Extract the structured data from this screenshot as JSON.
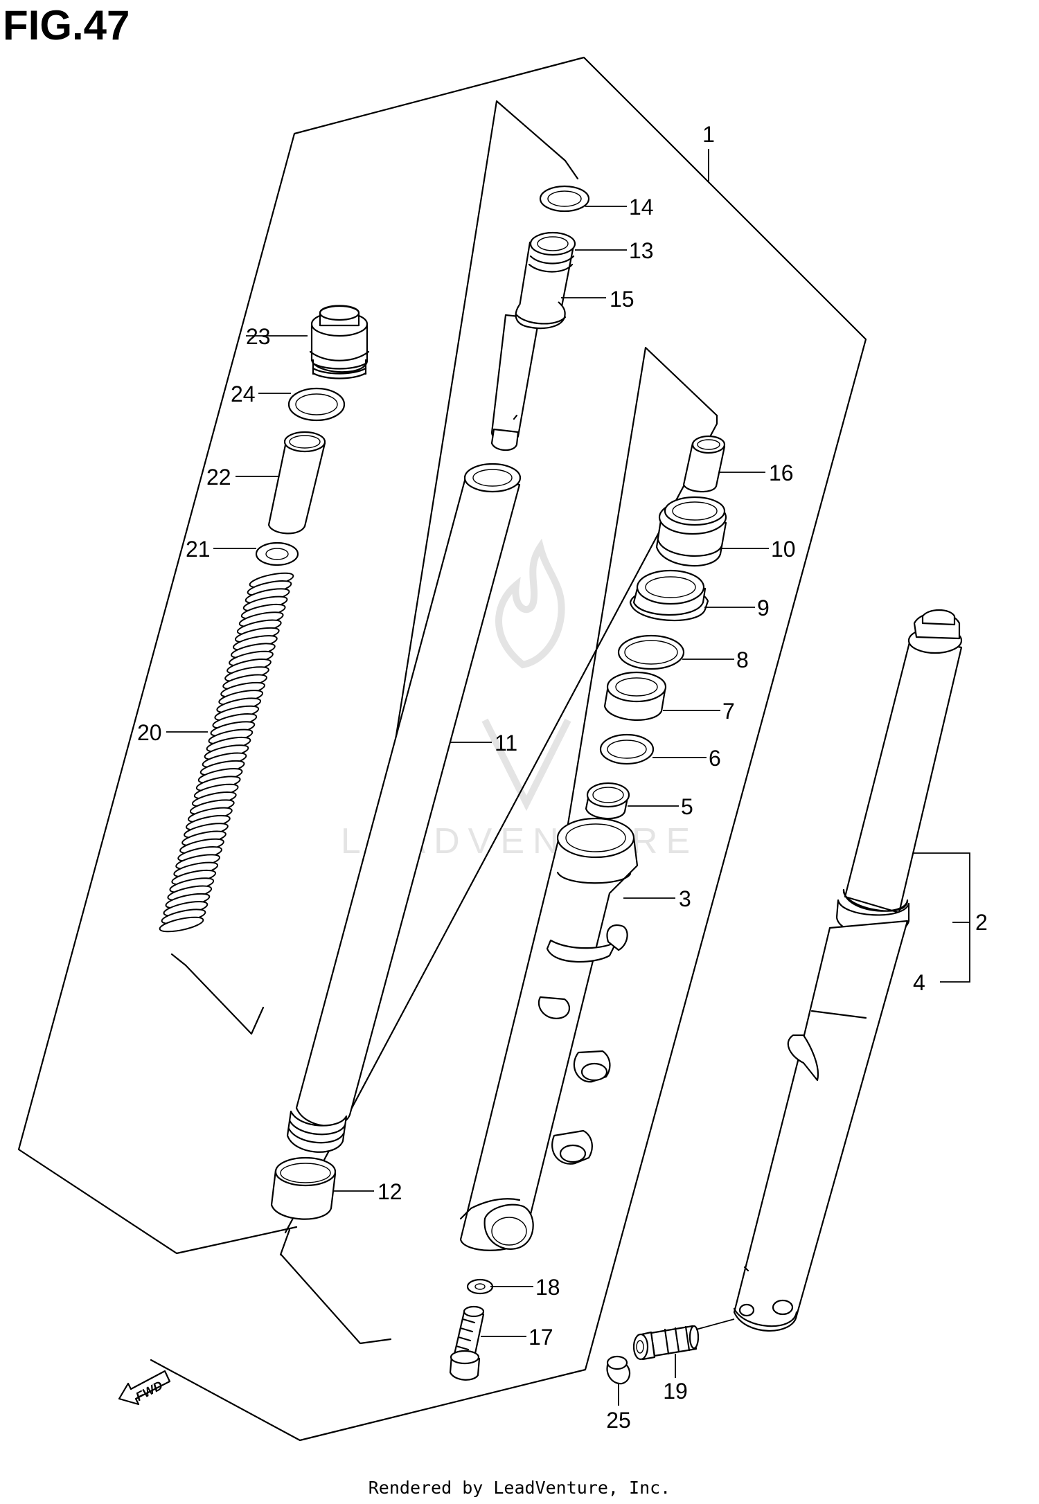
{
  "figure": {
    "title": "FIG.47",
    "footer": "Rendered by LeadVenture, Inc.",
    "watermark": "LEADVENTURE",
    "fwd_label": "FWD"
  },
  "callouts": {
    "p1": "1",
    "p2": "2",
    "p3": "3",
    "p4": "4",
    "p5": "5",
    "p6": "6",
    "p7": "7",
    "p8": "8",
    "p9": "9",
    "p10": "10",
    "p11": "11",
    "p12": "12",
    "p13": "13",
    "p14": "14",
    "p15": "15",
    "p16": "16",
    "p17": "17",
    "p18": "18",
    "p19": "19",
    "p20": "20",
    "p21": "21",
    "p22": "22",
    "p23": "23",
    "p24": "24",
    "p25": "25"
  },
  "colors": {
    "line": "#000000",
    "watermark": "#e4e4e4",
    "background": "#ffffff"
  }
}
